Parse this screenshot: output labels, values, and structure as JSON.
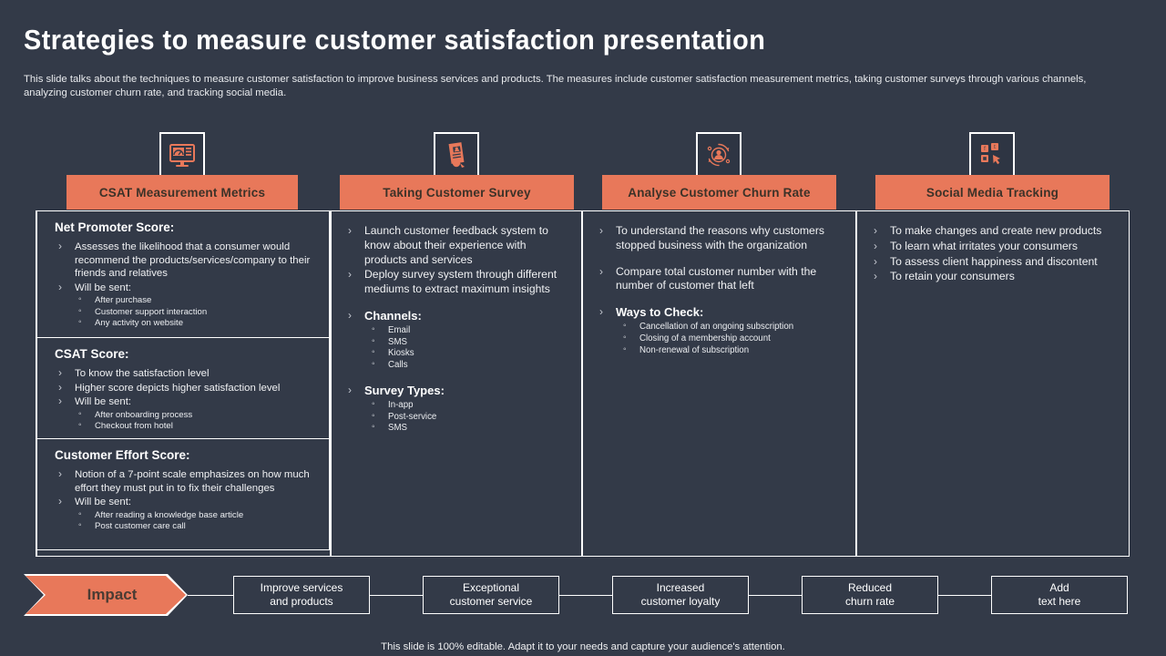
{
  "header": {
    "title": "Strategies to measure customer satisfaction presentation",
    "subtitle": "This slide talks about the techniques to measure customer satisfaction to improve business services and products. The measures include customer satisfaction measurement metrics, taking customer surveys through various channels, analyzing customer churn rate, and tracking social media."
  },
  "colors": {
    "background": "#333a48",
    "accent": "#e8785a",
    "accent_text": "#3c3228",
    "border": "#ffffff"
  },
  "columns": [
    {
      "icon": "dashboard-monitor-icon",
      "band_label": "CSAT Measurement Metrics",
      "sections": [
        {
          "title": "Net Promoter Score:",
          "bullets": [
            {
              "text": "Assesses the likelihood that a consumer would recommend the products/services/company to their friends and relatives"
            },
            {
              "text": "Will be sent:",
              "sub": [
                "After purchase",
                "Customer support interaction",
                "Any activity on website"
              ]
            }
          ]
        },
        {
          "title": "CSAT Score:",
          "bullets": [
            {
              "text": "To know the satisfaction level"
            },
            {
              "text": "Higher score depicts higher satisfaction level"
            },
            {
              "text": "Will be sent:",
              "sub": [
                "After onboarding process",
                "Checkout from hotel"
              ]
            }
          ]
        },
        {
          "title": "Customer Effort Score:",
          "bullets": [
            {
              "text": "Notion of a 7-point scale emphasizes on how much effort they must put in to fix their challenges"
            },
            {
              "text": "Will be sent:",
              "sub": [
                "After reading a knowledge base article",
                "Post customer care call"
              ]
            }
          ]
        }
      ]
    },
    {
      "icon": "survey-document-icon",
      "band_label": "Taking Customer Survey",
      "groups": [
        {
          "bullets": [
            {
              "text": "Launch customer feedback system to know about their experience with products and services"
            },
            {
              "text": "Deploy survey system through different mediums to extract maximum insights"
            }
          ]
        },
        {
          "bullets": [
            {
              "text": "Channels:",
              "bold": true,
              "sub": [
                "Email",
                "SMS",
                "Kiosks",
                "Calls"
              ]
            }
          ]
        },
        {
          "bullets": [
            {
              "text": "Survey Types:",
              "bold": true,
              "sub": [
                "In-app",
                "Post-service",
                "SMS"
              ]
            }
          ]
        }
      ]
    },
    {
      "icon": "customer-churn-icon",
      "band_label": "Analyse Customer Churn Rate",
      "groups": [
        {
          "bullets": [
            {
              "text": "To understand the reasons why customers stopped business with the organization"
            }
          ]
        },
        {
          "bullets": [
            {
              "text": "Compare total customer number with the number of customer that left"
            }
          ]
        },
        {
          "bullets": [
            {
              "text": "Ways to Check:",
              "bold": true,
              "sub": [
                "Cancellation of an ongoing subscription",
                "Closing of a membership account",
                "Non-renewal of subscription"
              ]
            }
          ]
        }
      ]
    },
    {
      "icon": "social-media-tracking-icon",
      "band_label": "Social Media Tracking",
      "groups": [
        {
          "bullets": [
            {
              "text": "To make changes and create new products"
            },
            {
              "text": "To learn what irritates your consumers"
            },
            {
              "text": "To assess client happiness and discontent"
            },
            {
              "text": "To retain your consumers"
            }
          ]
        }
      ]
    }
  ],
  "impact": {
    "label": "Impact",
    "items": [
      {
        "line1": "Improve  services",
        "line2": "and  products"
      },
      {
        "line1": "Exceptional",
        "line2": "customer service"
      },
      {
        "line1": "Increased",
        "line2": "customer loyalty"
      },
      {
        "line1": "Reduced",
        "line2": "churn rate"
      },
      {
        "line1": "Add",
        "line2": "text here"
      }
    ]
  },
  "footer": {
    "note": "This slide is 100% editable. Adapt it to your needs and capture your audience's attention."
  }
}
